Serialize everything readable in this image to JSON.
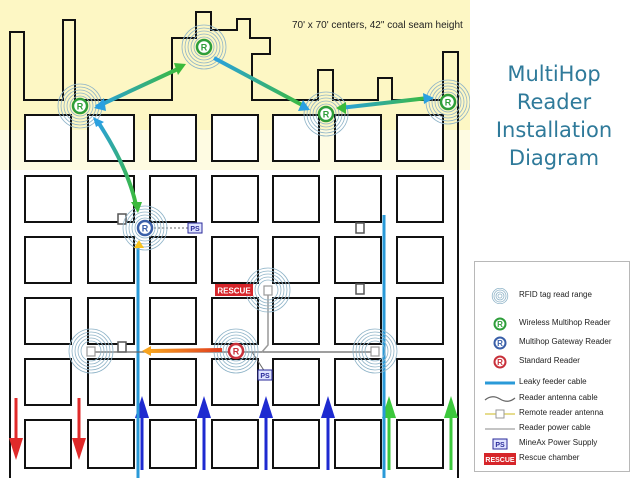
{
  "caption": "70' x 70' centers, 42\" coal seam height",
  "title_lines": [
    "MultiHop",
    "Reader",
    "Installation",
    "Diagram"
  ],
  "reader_letter": "R",
  "ps_label": "PS",
  "rescue_label": "RESCUE",
  "colors": {
    "wireless": "#2e9e3a",
    "gateway": "#3a5fa8",
    "standard": "#c8303a",
    "leaky_feeder": "#2a9ad8",
    "highlight": "#fdf7c4",
    "title": "#2f7a9a"
  },
  "legend": [
    {
      "key": "rfid",
      "label": "RFID tag read range"
    },
    {
      "key": "wireless",
      "label": "Wireless Multihop Reader"
    },
    {
      "key": "gateway",
      "label": "Multihop Gateway Reader"
    },
    {
      "key": "standard",
      "label": "Standard Reader"
    },
    {
      "key": "leaky",
      "label": "Leaky feeder cable"
    },
    {
      "key": "antenna",
      "label": "Reader antenna cable"
    },
    {
      "key": "remote",
      "label": "Remote reader antenna"
    },
    {
      "key": "power",
      "label": "Reader power cable"
    },
    {
      "key": "ps",
      "label": "MineAx Power Supply"
    },
    {
      "key": "rescue",
      "label": "Rescue chamber"
    }
  ]
}
